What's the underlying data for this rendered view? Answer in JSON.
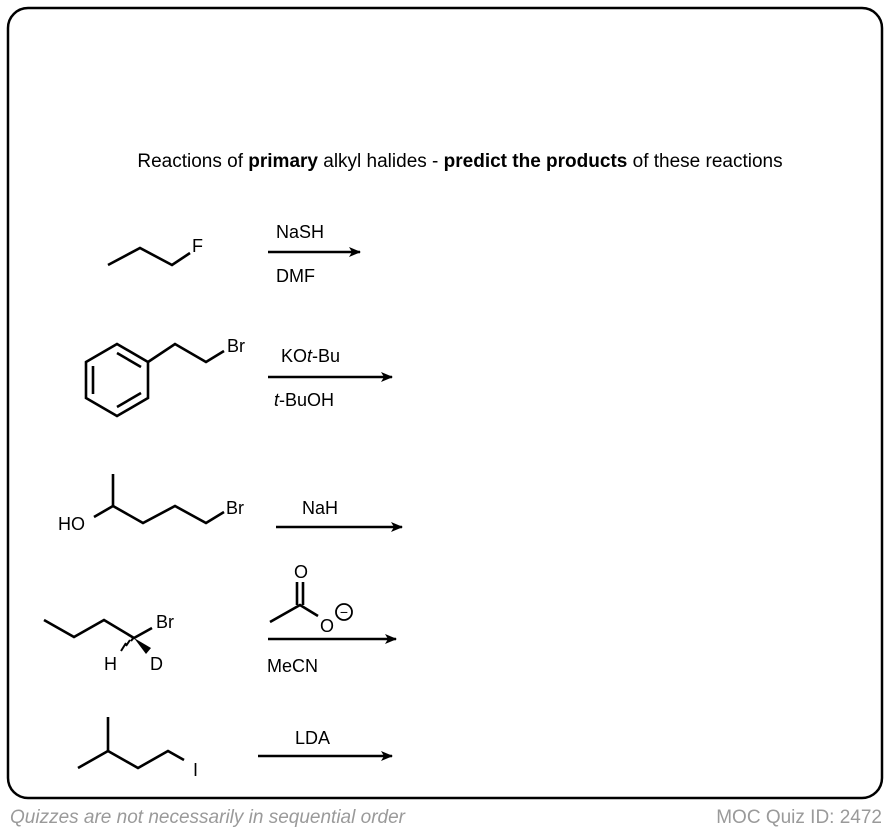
{
  "title": {
    "part1": "Reactions of ",
    "part2": "primary",
    "part3": " alkyl halides - ",
    "part4": "predict the products",
    "part5": " of these reactions"
  },
  "reactions": [
    {
      "substrate_atoms": [
        "F"
      ],
      "reagent_above": "NaSH",
      "reagent_below": "DMF"
    },
    {
      "substrate_atoms": [
        "Br"
      ],
      "reagent_above_1": "KO",
      "reagent_above_2": "t",
      "reagent_above_3": "-Bu",
      "reagent_below_1": "t",
      "reagent_below_2": "-BuOH"
    },
    {
      "substrate_atoms": [
        "HO",
        "Br"
      ],
      "reagent_above": "NaH"
    },
    {
      "substrate_atoms": [
        "Br",
        "H",
        "D"
      ],
      "reagent_above_atoms": [
        "O",
        "O",
        "−"
      ],
      "reagent_below": "MeCN"
    },
    {
      "substrate_atoms": [
        "I"
      ],
      "reagent_above": "LDA"
    }
  ],
  "footer": {
    "left": "Quizzes are not necessarily in sequential order",
    "right": "MOC Quiz ID: 2472"
  }
}
